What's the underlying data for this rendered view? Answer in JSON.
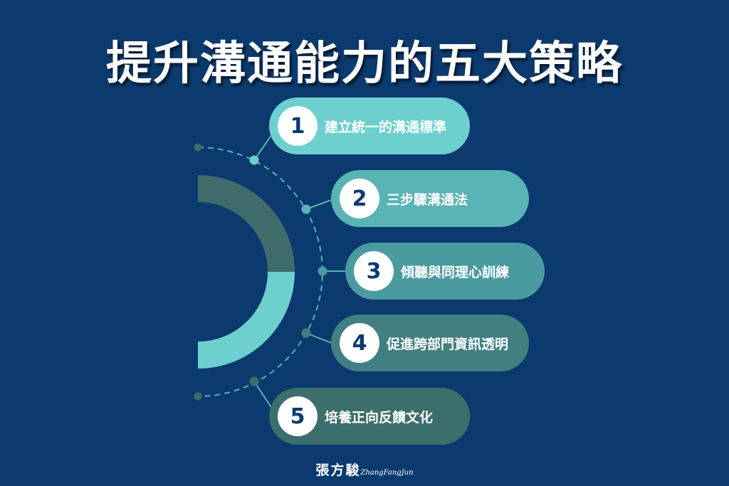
{
  "title": "提升溝通能力的五大策略",
  "strategies": [
    {
      "number": "1",
      "label": "建立統一的溝通標準",
      "color": "#6ecfcf"
    },
    {
      "number": "2",
      "label": "三步驟溝通法",
      "color": "#5ab3b4"
    },
    {
      "number": "3",
      "label": "傾聽與同理心訓練",
      "color": "#4a9b9f"
    },
    {
      "number": "4",
      "label": "促進跨部門資訊透明",
      "color": "#417f80"
    },
    {
      "number": "5",
      "label": "培養正向反饋文化",
      "color": "#3c6e6c"
    }
  ],
  "signature": {
    "chinese": "張方駿",
    "latin": "ZhangFangJun"
  },
  "colors": {
    "background": "#0b3a6e",
    "arc_upper": "#3f6b6b",
    "arc_lower": "#6ecfcf",
    "connector": "#5ab3b4"
  }
}
